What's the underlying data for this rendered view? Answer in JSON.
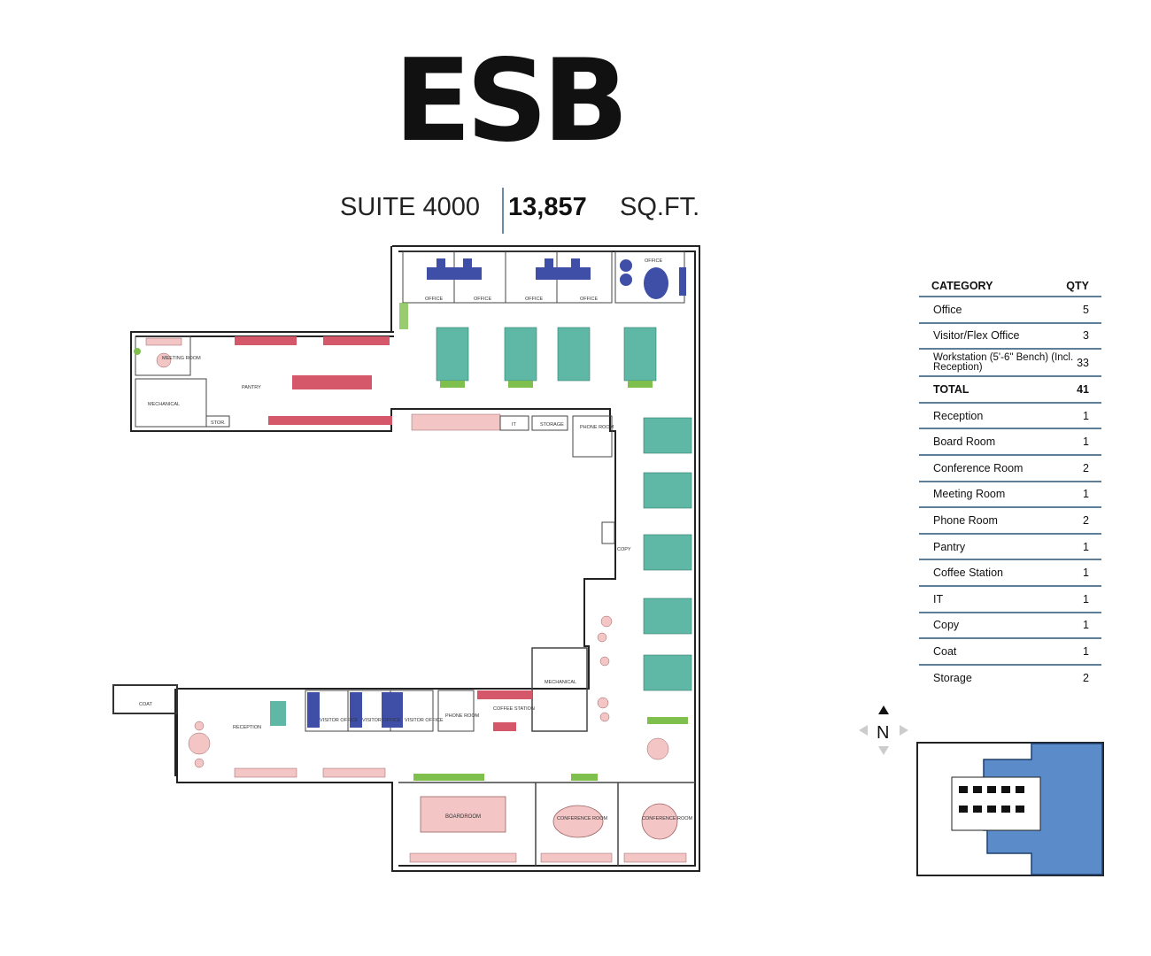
{
  "header": {
    "logo_text": "ESB",
    "suite_label": "SUITE 4000",
    "sqft_value": "13,857",
    "sqft_unit": "SQ.FT."
  },
  "floorplan": {
    "room_labels": {
      "office": "OFFICE",
      "meeting_room": "MEETING ROOM",
      "mechanical": "MECHANICAL",
      "pantry": "PANTRY",
      "stor": "STOR.",
      "it": "IT",
      "storage": "STORAGE",
      "phone_room": "PHONE ROOM",
      "copy": "COPY",
      "coat": "COAT",
      "reception": "RECEPTION",
      "visitor_office": "VISITOR OFFICE",
      "coffee_station": "COFFEE STATION",
      "boardroom": "BOARDROOM",
      "conference_room": "CONFERENCE ROOM"
    },
    "colors": {
      "office_furniture": "#3f4fa8",
      "workstation": "#5fb8a6",
      "pantry_counter": "#d5586a",
      "meeting_furniture": "#f3c5c5",
      "plant": "#7fbf4e"
    }
  },
  "summary_table": {
    "header_category": "CATEGORY",
    "header_qty": "QTY",
    "rows": [
      {
        "category": "Office",
        "qty": "5"
      },
      {
        "category": "Visitor/Flex Office",
        "qty": "3"
      },
      {
        "category": "Workstation (5'-6\" Bench) (Incl. Reception)",
        "qty": "33"
      },
      {
        "category": "TOTAL",
        "qty": "41"
      },
      {
        "category": "Reception",
        "qty": "1"
      },
      {
        "category": "Board Room",
        "qty": "1"
      },
      {
        "category": "Conference Room",
        "qty": "2"
      },
      {
        "category": "Meeting Room",
        "qty": "1"
      },
      {
        "category": "Phone Room",
        "qty": "2"
      },
      {
        "category": "Pantry",
        "qty": "1"
      },
      {
        "category": "Coffee Station",
        "qty": "1"
      },
      {
        "category": "IT",
        "qty": "1"
      },
      {
        "category": "Copy",
        "qty": "1"
      },
      {
        "category": "Coat",
        "qty": "1"
      },
      {
        "category": "Storage",
        "qty": "2"
      }
    ]
  },
  "compass": {
    "label": "N"
  },
  "key_plan": {
    "highlight_color": "#5b8cc9"
  }
}
